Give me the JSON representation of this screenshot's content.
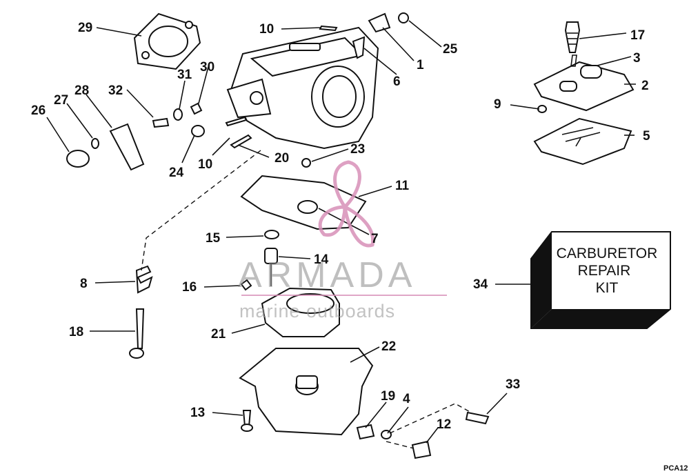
{
  "diagram": {
    "callouts": [
      "1",
      "2",
      "3",
      "4",
      "5",
      "6",
      "7",
      "8",
      "9",
      "10",
      "10",
      "11",
      "12",
      "13",
      "14",
      "15",
      "16",
      "17",
      "18",
      "19",
      "20",
      "21",
      "22",
      "23",
      "24",
      "25",
      "26",
      "27",
      "28",
      "29",
      "30",
      "31",
      "32",
      "33",
      "34"
    ],
    "kit_label": [
      "CARBURETOR",
      "REPAIR",
      "KIT"
    ],
    "watermark": {
      "brand": "ARMADA",
      "tagline": "marine outboards"
    },
    "figure_code": "PCA12",
    "colors": {
      "ink": "#111111",
      "paper": "#ffffff",
      "watermark_logo": "#d890b8",
      "watermark_text": "#8a8a8a"
    }
  }
}
